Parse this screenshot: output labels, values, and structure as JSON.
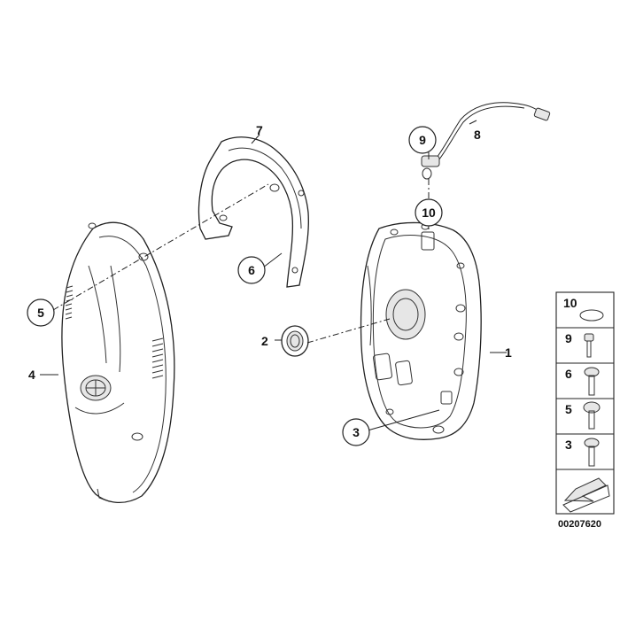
{
  "callouts": {
    "c1": "1",
    "c2": "2",
    "c3": "3",
    "c4": "4",
    "c5": "5",
    "c6": "6",
    "c7": "7",
    "c8": "8",
    "c9": "9",
    "c10": "10"
  },
  "legend": {
    "rows": [
      "10",
      "9",
      "6",
      "5",
      "3"
    ]
  },
  "diagram_code": "00207620",
  "icons": [
    "o-ring-icon",
    "screw-icon",
    "bolt-icon",
    "arrow-icon"
  ]
}
